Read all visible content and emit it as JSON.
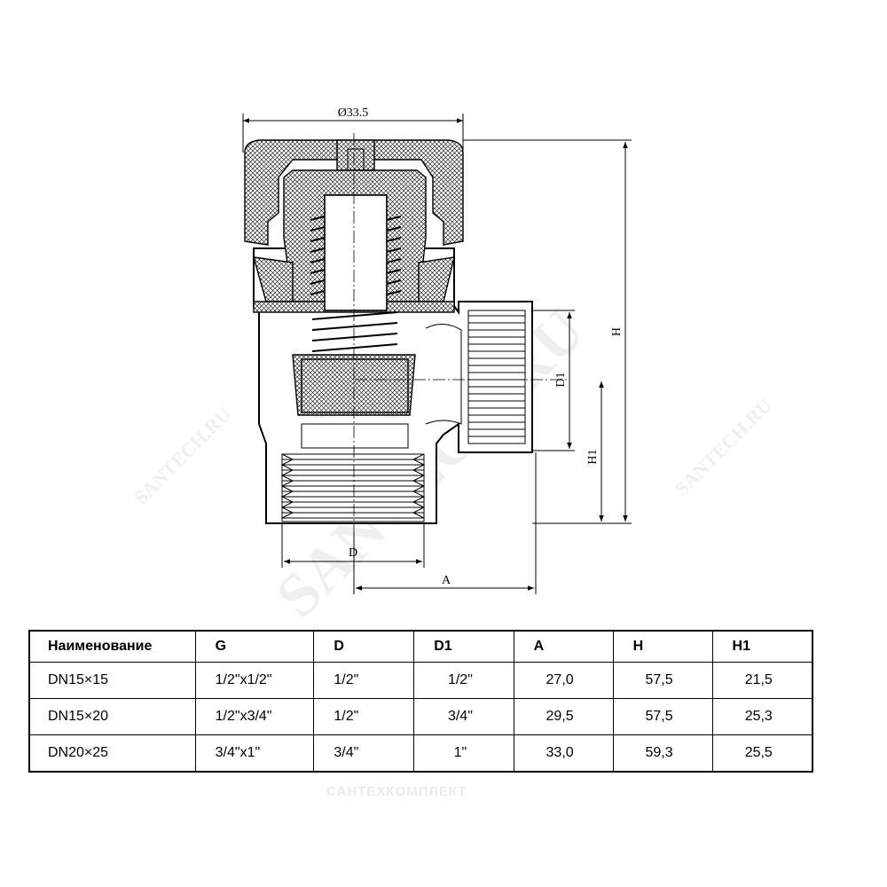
{
  "drawing": {
    "dimensions": {
      "diameter": "Ø33.5",
      "height": "H",
      "d1": "D1",
      "h1": "H1",
      "d": "D",
      "a": "A"
    },
    "watermarks": [
      "SANTECH.RU",
      "SANTECH.RU",
      "SANTECH.RU"
    ]
  },
  "table": {
    "headers": [
      "Наименование",
      "G",
      "D",
      "D1",
      "A",
      "H",
      "H1"
    ],
    "rows": [
      [
        "DN15×15",
        "1/2\"x1/2\"",
        "1/2\"",
        "1/2\"",
        "27,0",
        "57,5",
        "21,5"
      ],
      [
        "DN15×20",
        "1/2\"x3/4\"",
        "1/2\"",
        "3/4\"",
        "29,5",
        "57,5",
        "25,3"
      ],
      [
        "DN20×25",
        "3/4\"x1\"",
        "3/4\"",
        "1\"",
        "33,0",
        "59,3",
        "25,5"
      ]
    ]
  },
  "brand_watermark": "САНТЕХКОМПЛЕКТ"
}
